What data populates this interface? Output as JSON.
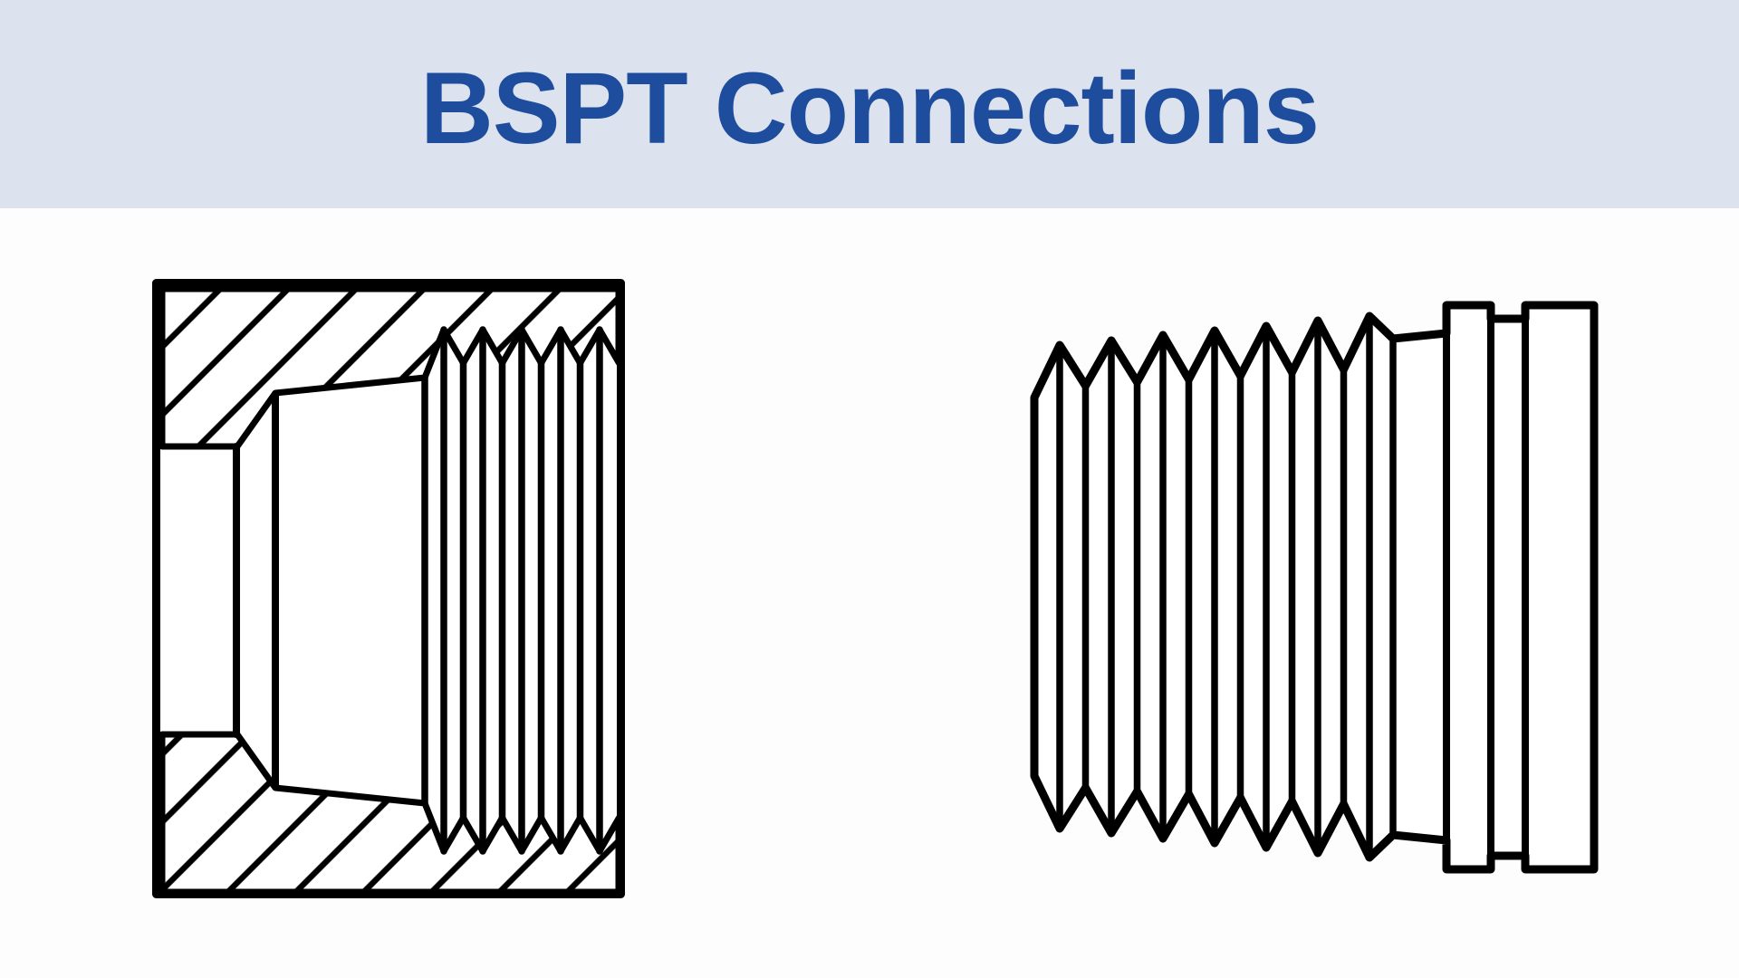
{
  "header": {
    "title": "BSPT Connections"
  },
  "colors": {
    "banner_bg": "#dde3ee",
    "title": "#1f4d9e",
    "line": "#000000",
    "page_bg": "#fdfdfe"
  },
  "figures": {
    "left_figure": "female-bspt-fitting-cross-section",
    "right_figure": "male-bspt-fitting"
  }
}
